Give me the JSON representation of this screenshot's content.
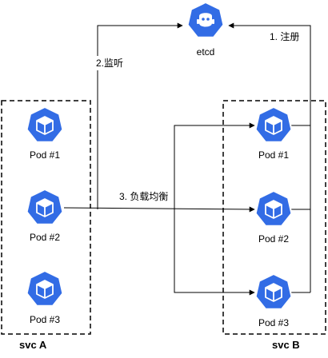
{
  "etcd": {
    "label": "etcd",
    "icon": "kubernetes-etcd-icon"
  },
  "svc_a": {
    "label": "svc A",
    "pods": [
      "Pod #1",
      "Pod #2",
      "Pod #3"
    ]
  },
  "svc_b": {
    "label": "svc B",
    "pods": [
      "Pod #1",
      "Pod #2",
      "Pod #3"
    ]
  },
  "edges": {
    "register": "1. 注册",
    "watch": "2.监听",
    "load_balance": "3. 负载均衡"
  },
  "colors": {
    "pod_blue": "#326CE5",
    "line": "#000000",
    "background": "#FFFFFF"
  }
}
